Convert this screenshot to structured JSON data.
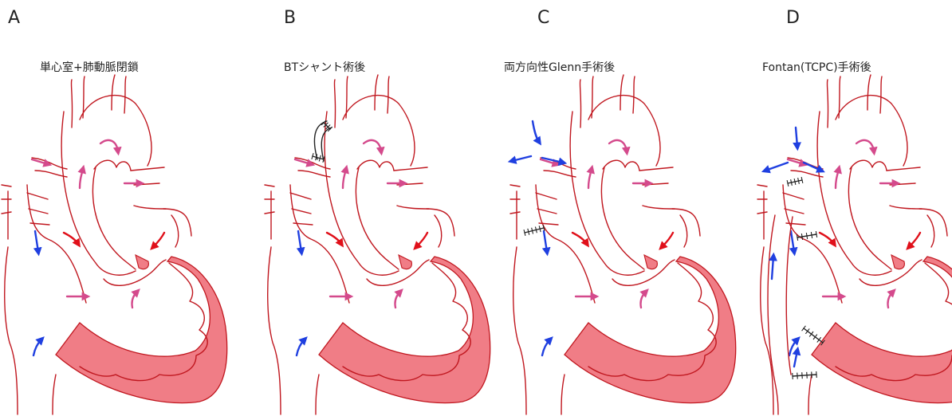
{
  "colors": {
    "outline": "#c0171f",
    "ventricle_fill": "#f07d86",
    "arrow_red": "#e0101a",
    "arrow_pink": "#d44a8c",
    "arrow_blue": "#1f3fe0",
    "suture": "#222222"
  },
  "panels": [
    {
      "letter": "A",
      "caption": "単心室+肺動脈閉鎖"
    },
    {
      "letter": "B",
      "caption": "BTシャント術後"
    },
    {
      "letter": "C",
      "caption": "両方向性Glenn手術後"
    },
    {
      "letter": "D",
      "caption": "Fontan(TCPC)手術後"
    }
  ]
}
